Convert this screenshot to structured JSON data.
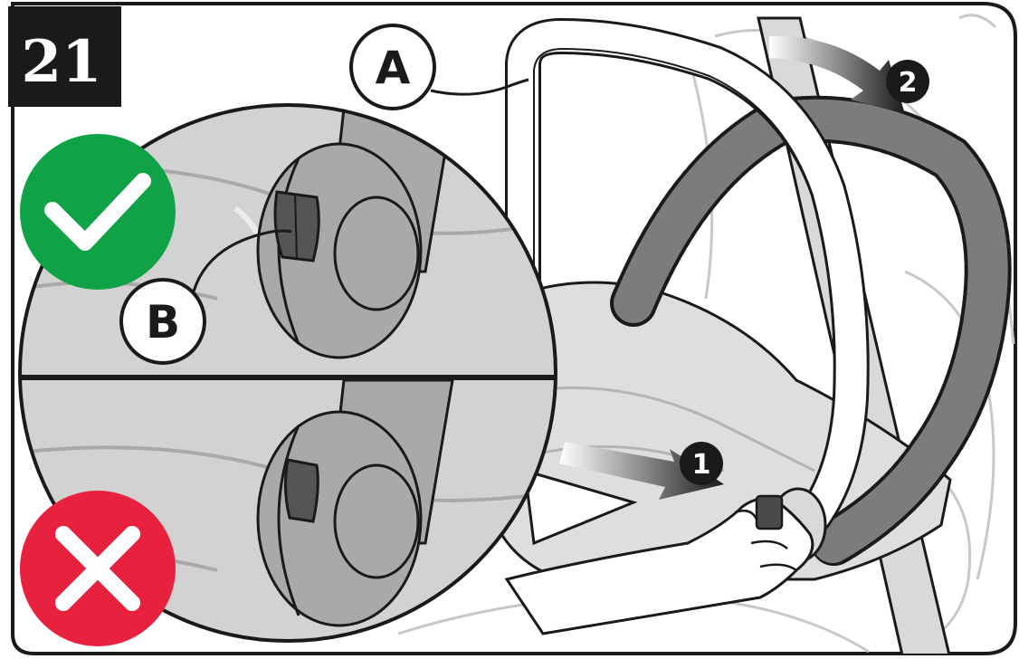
{
  "step_number": "21",
  "callouts": {
    "handle_label": "A",
    "button_label": "B"
  },
  "action_numbers": {
    "first": "1",
    "second": "2"
  },
  "status_icons": {
    "correct": {
      "icon": "check-icon",
      "color": "#10a246"
    },
    "incorrect": {
      "icon": "cross-icon",
      "color": "#e8213f"
    }
  },
  "colors": {
    "outline": "#1a1a1a",
    "handle_shade": "#7c7c7c",
    "light_fill": "#ececec",
    "mid_fill": "#d2d2d2",
    "dark_fill": "#a9a9a9"
  }
}
